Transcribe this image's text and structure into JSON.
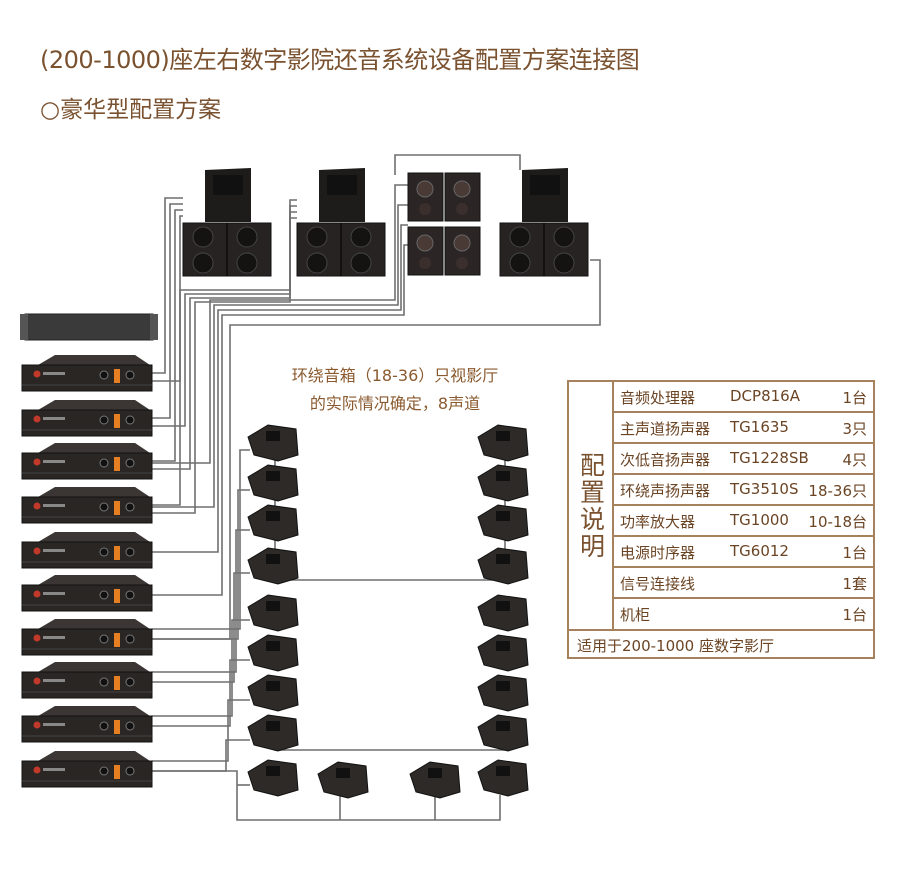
{
  "header": {
    "title": "(200-1000)座左右数字影院还音系统设备配置方案连接图",
    "subtitle": "○豪华型配置方案"
  },
  "surround_note": {
    "line1": "环绕音箱（18-36）只视影厅",
    "line2": "的实际情况确定，8声道"
  },
  "config_table": {
    "side_label": "配置说明",
    "rows": [
      {
        "item": "音频处理器",
        "model": "DCP816A",
        "qty": "1台"
      },
      {
        "item": "主声道扬声器",
        "model": "TG1635",
        "qty": "3只"
      },
      {
        "item": "次低音扬声器",
        "model": "TG1228SB",
        "qty": "4只"
      },
      {
        "item": "环绕声扬声器",
        "model": "TG3510S",
        "qty": "18-36只"
      },
      {
        "item": "功率放大器",
        "model": "TG1000",
        "qty": "10-18台"
      },
      {
        "item": "电源时序器",
        "model": "TG6012",
        "qty": "1台"
      },
      {
        "item": "信号连接线",
        "model": "",
        "qty": "1套"
      },
      {
        "item": "机柜",
        "model": "",
        "qty": "1台"
      }
    ],
    "footer": "适用于200-1000 座数字影厅"
  },
  "colors": {
    "text": "#7a5230",
    "border": "#a5815c",
    "wire": "#6f6f6f",
    "device": "#2a2624"
  }
}
